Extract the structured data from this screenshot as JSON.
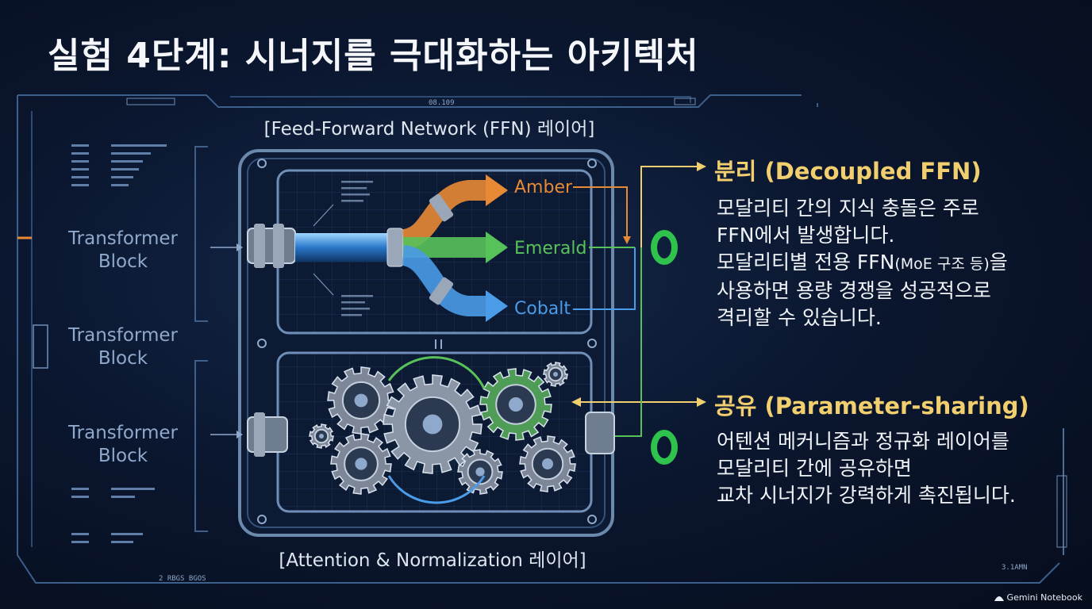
{
  "title": "실험 4단계: 시너지를 극대화하는 아키텍처",
  "diagram": {
    "ffn_label": "[Feed-Forward Network (FFN) 레이어]",
    "attn_label": "[Attention & Normalization 레이어]",
    "blocks": [
      "Transformer Block",
      "Transformer Block",
      "Transformer Block"
    ],
    "experts": [
      {
        "name": "Amber",
        "color": "#e88a35"
      },
      {
        "name": "Emerald",
        "color": "#58c25a"
      },
      {
        "name": "Cobalt",
        "color": "#4a9be8"
      }
    ],
    "hud_tag_top": "08.109",
    "hud_tag_bottom": "2 RBGS BGOS",
    "hud_tag_right": "3.1AMN"
  },
  "decoupled": {
    "heading": "분리 (Decoupled FFN)",
    "line1": "모달리티 간의 지식 충돌은 주로",
    "line2": "FFN에서 발생합니다.",
    "line3_a": "모달리티별 전용 FFN",
    "line3_b": "(MoE 구조 등)",
    "line3_c": "을",
    "line4": "사용하면 용량 경쟁을 성공적으로",
    "line5": "격리할 수 있습니다."
  },
  "sharing": {
    "heading": "공유 (Parameter-sharing)",
    "line1": "어텐션 메커니즘과 정규화 레이어를",
    "line2": "모달리티 간에 공유하면",
    "line3": "교차 시너지가 강력하게 촉진됩니다."
  },
  "footer": "Gemini Notebook",
  "colors": {
    "accent": "#f2cf6e",
    "check": "#2fc24c",
    "line": "#4a6f9c"
  }
}
